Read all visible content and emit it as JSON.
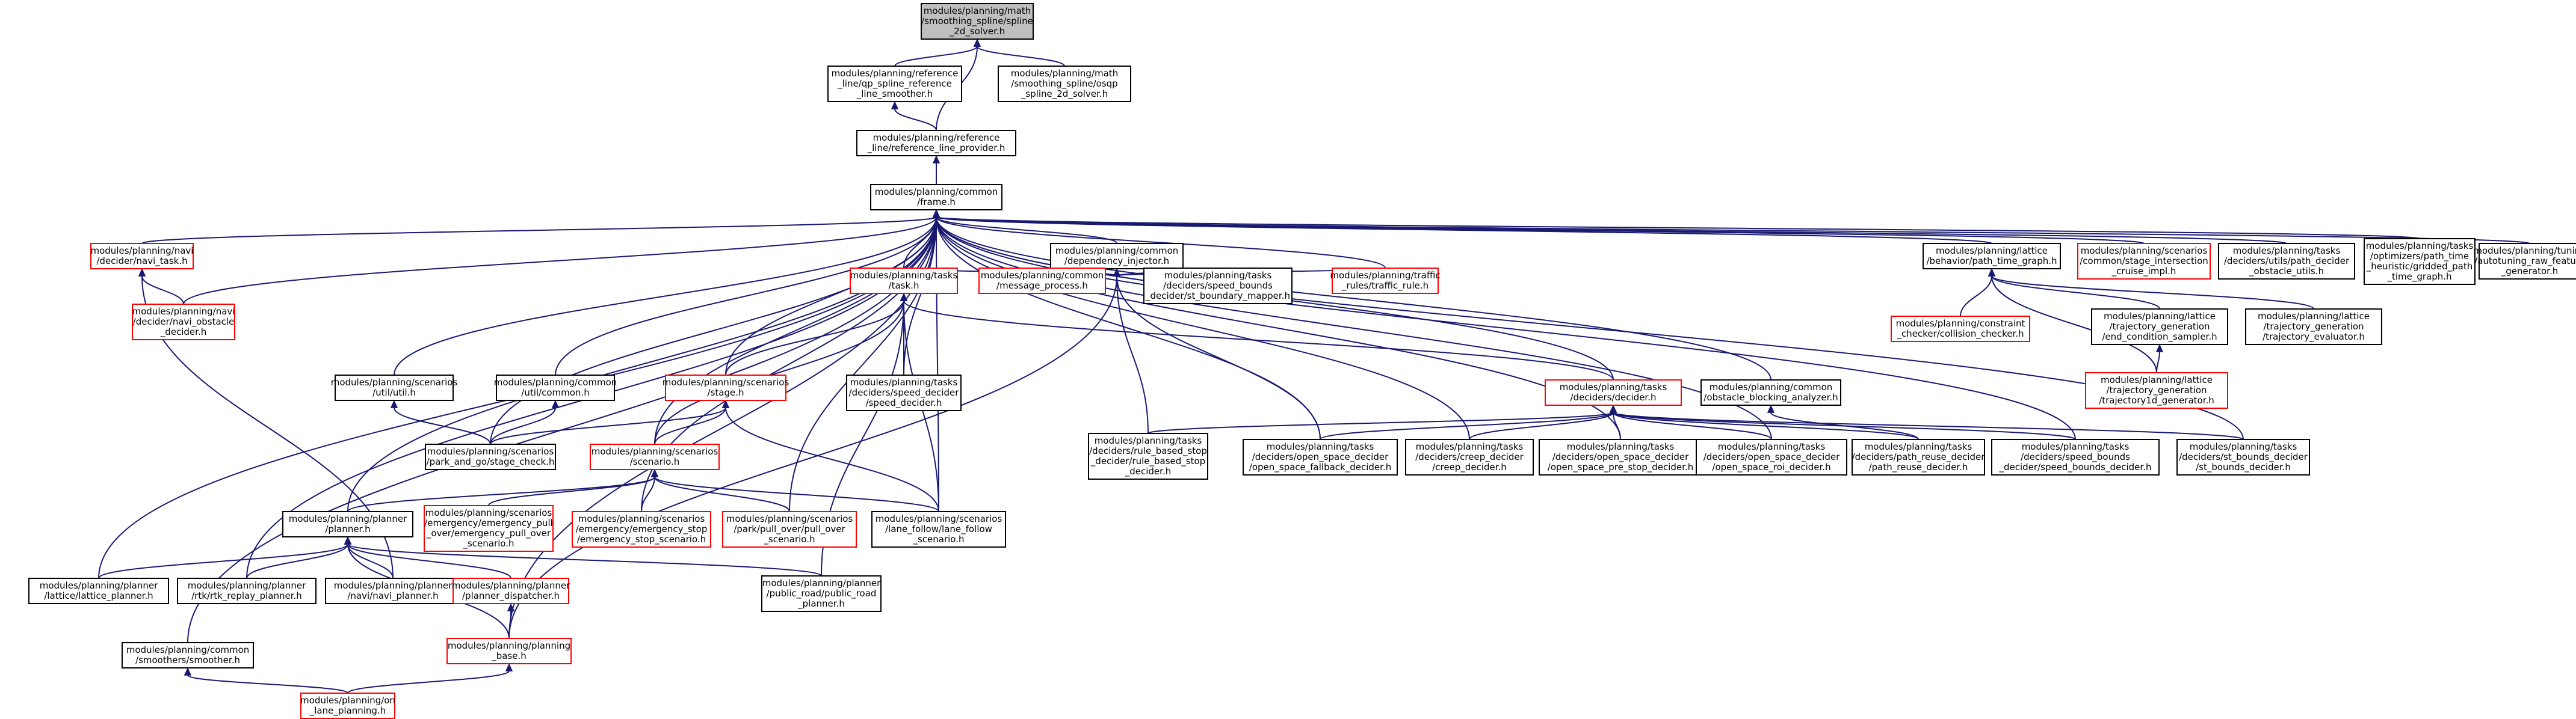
{
  "colors": {
    "edge": "#191970",
    "border_default": "#000000",
    "border_red": "#ff0000",
    "fill_default": "#ffffff",
    "fill_root": "#bfbfbf",
    "text": "#000000"
  },
  "nodes": {
    "root": {
      "lines": [
        "modules/planning/math",
        "/smoothing_spline/spline",
        "_2d_solver.h"
      ],
      "style": "root"
    },
    "qp_spline": {
      "lines": [
        "modules/planning/reference",
        "_line/qp_spline_reference",
        "_line_smoother.h"
      ],
      "style": "normal"
    },
    "osqp": {
      "lines": [
        "modules/planning/math",
        "/smoothing_spline/osqp",
        "_spline_2d_solver.h"
      ],
      "style": "normal"
    },
    "ref_provider": {
      "lines": [
        "modules/planning/reference",
        "_line/reference_line_provider.h"
      ],
      "style": "normal"
    },
    "frame": {
      "lines": [
        "modules/planning/common",
        "/frame.h"
      ],
      "style": "normal"
    },
    "navi_task": {
      "lines": [
        "modules/planning/navi",
        "/decider/navi_task.h"
      ],
      "style": "red"
    },
    "navi_obstacle": {
      "lines": [
        "modules/planning/navi",
        "/decider/navi_obstacle",
        "_decider.h"
      ],
      "style": "red"
    },
    "dep_injector": {
      "lines": [
        "modules/planning/common",
        "/dependency_injector.h"
      ],
      "style": "normal"
    },
    "lattice_ptg": {
      "lines": [
        "modules/planning/lattice",
        "/behavior/path_time_graph.h"
      ],
      "style": "normal"
    },
    "stage_intersection": {
      "lines": [
        "modules/planning/scenarios",
        "/common/stage_intersection",
        "_cruise_impl.h"
      ],
      "style": "red"
    },
    "path_decider_util": {
      "lines": [
        "modules/planning/tasks",
        "/deciders/utils/path_decider",
        "_obstacle_utils.h"
      ],
      "style": "normal"
    },
    "gridded_path": {
      "lines": [
        "modules/planning/tasks",
        "/optimizers/path_time",
        "_heuristic/gridded_path",
        "_time_graph.h"
      ],
      "style": "normal"
    },
    "autotuning": {
      "lines": [
        "modules/planning/tuning",
        "/autotuning_raw_feature",
        "_generator.h"
      ],
      "style": "normal"
    },
    "task_h": {
      "lines": [
        "modules/planning/tasks",
        "/task.h"
      ],
      "style": "red"
    },
    "message_process": {
      "lines": [
        "modules/planning/common",
        "/message_process.h"
      ],
      "style": "red"
    },
    "speed_bounds_mapper": {
      "lines": [
        "modules/planning/tasks",
        "/deciders/speed_bounds",
        "_decider/st_boundary_mapper.h"
      ],
      "style": "normal"
    },
    "traffic_rule": {
      "lines": [
        "modules/planning/traffic",
        "_rules/traffic_rule.h"
      ],
      "style": "red"
    },
    "collision_checker": {
      "lines": [
        "modules/planning/constraint",
        "_checker/collision_checker.h"
      ],
      "style": "red"
    },
    "end_condition": {
      "lines": [
        "modules/planning/lattice",
        "/trajectory_generation",
        "/end_condition_sampler.h"
      ],
      "style": "normal"
    },
    "traj_evaluator": {
      "lines": [
        "modules/planning/lattice",
        "/trajectory_generation",
        "/trajectory_evaluator.h"
      ],
      "style": "normal"
    },
    "traj1d_generator": {
      "lines": [
        "modules/planning/lattice",
        "/trajectory_generation",
        "/trajectory1d_generator.h"
      ],
      "style": "red"
    },
    "util_util": {
      "lines": [
        "modules/planning/scenarios",
        "/util/util.h"
      ],
      "style": "normal"
    },
    "common_util": {
      "lines": [
        "modules/planning/common",
        "/util/common.h"
      ],
      "style": "normal"
    },
    "stage_h": {
      "lines": [
        "modules/planning/scenarios",
        "/stage.h"
      ],
      "style": "red"
    },
    "speed_decider": {
      "lines": [
        "modules/planning/tasks",
        "/deciders/speed_decider",
        "/speed_decider.h"
      ],
      "style": "normal"
    },
    "decider_h": {
      "lines": [
        "modules/planning/tasks",
        "/deciders/decider.h"
      ],
      "style": "red"
    },
    "obstacle_blocking": {
      "lines": [
        "modules/planning/common",
        "/obstacle_blocking_analyzer.h"
      ],
      "style": "normal"
    },
    "park_and_go": {
      "lines": [
        "modules/planning/scenarios",
        "/park_and_go/stage_check.h"
      ],
      "style": "normal"
    },
    "scenario_h": {
      "lines": [
        "modules/planning/scenarios",
        "/scenario.h"
      ],
      "style": "red"
    },
    "rule_based_stop": {
      "lines": [
        "modules/planning/tasks",
        "/deciders/rule_based_stop",
        "_decider/rule_based_stop",
        "_decider.h"
      ],
      "style": "normal"
    },
    "open_space_fallback": {
      "lines": [
        "modules/planning/tasks",
        "/deciders/open_space_decider",
        "/open_space_fallback_decider.h"
      ],
      "style": "normal"
    },
    "creep_decider": {
      "lines": [
        "modules/planning/tasks",
        "/deciders/creep_decider",
        "/creep_decider.h"
      ],
      "style": "normal"
    },
    "open_space_pre_stop": {
      "lines": [
        "modules/planning/tasks",
        "/deciders/open_space_decider",
        "/open_space_pre_stop_decider.h"
      ],
      "style": "normal"
    },
    "open_space_roi": {
      "lines": [
        "modules/planning/tasks",
        "/deciders/open_space_decider",
        "/open_space_roi_decider.h"
      ],
      "style": "normal"
    },
    "path_reuse": {
      "lines": [
        "modules/planning/tasks",
        "/deciders/path_reuse_decider",
        "/path_reuse_decider.h"
      ],
      "style": "normal"
    },
    "speed_bounds_decider": {
      "lines": [
        "modules/planning/tasks",
        "/deciders/speed_bounds",
        "_decider/speed_bounds_decider.h"
      ],
      "style": "normal"
    },
    "st_bounds": {
      "lines": [
        "modules/planning/tasks",
        "/deciders/st_bounds_decider",
        "/st_bounds_decider.h"
      ],
      "style": "normal"
    },
    "planner_h": {
      "lines": [
        "modules/planning/planner",
        "/planner.h"
      ],
      "style": "normal"
    },
    "emergency_pull_over": {
      "lines": [
        "modules/planning/scenarios",
        "/emergency/emergency_pull",
        "_over/emergency_pull_over",
        "_scenario.h"
      ],
      "style": "red"
    },
    "emergency_stop": {
      "lines": [
        "modules/planning/scenarios",
        "/emergency/emergency_stop",
        "/emergency_stop_scenario.h"
      ],
      "style": "red"
    },
    "pull_over": {
      "lines": [
        "modules/planning/scenarios",
        "/park/pull_over/pull_over",
        "_scenario.h"
      ],
      "style": "red"
    },
    "lane_follow": {
      "lines": [
        "modules/planning/scenarios",
        "/lane_follow/lane_follow",
        "_scenario.h"
      ],
      "style": "normal"
    },
    "lattice_planner": {
      "lines": [
        "modules/planning/planner",
        "/lattice/lattice_planner.h"
      ],
      "style": "normal"
    },
    "rtk_replay": {
      "lines": [
        "modules/planning/planner",
        "/rtk/rtk_replay_planner.h"
      ],
      "style": "normal"
    },
    "navi_planner": {
      "lines": [
        "modules/planning/planner",
        "/navi/navi_planner.h"
      ],
      "style": "normal"
    },
    "planner_dispatcher": {
      "lines": [
        "modules/planning/planner",
        "/planner_dispatcher.h"
      ],
      "style": "red"
    },
    "public_road": {
      "lines": [
        "modules/planning/planner",
        "/public_road/public_road",
        "_planner.h"
      ],
      "style": "normal"
    },
    "planning_base": {
      "lines": [
        "modules/planning/planning",
        "_base.h"
      ],
      "style": "red"
    },
    "smoother": {
      "lines": [
        "modules/planning/common",
        "/smoothers/smoother.h"
      ],
      "style": "normal"
    },
    "on_lane_planning": {
      "lines": [
        "modules/planning/on",
        "_lane_planning.h"
      ],
      "style": "red"
    }
  }
}
